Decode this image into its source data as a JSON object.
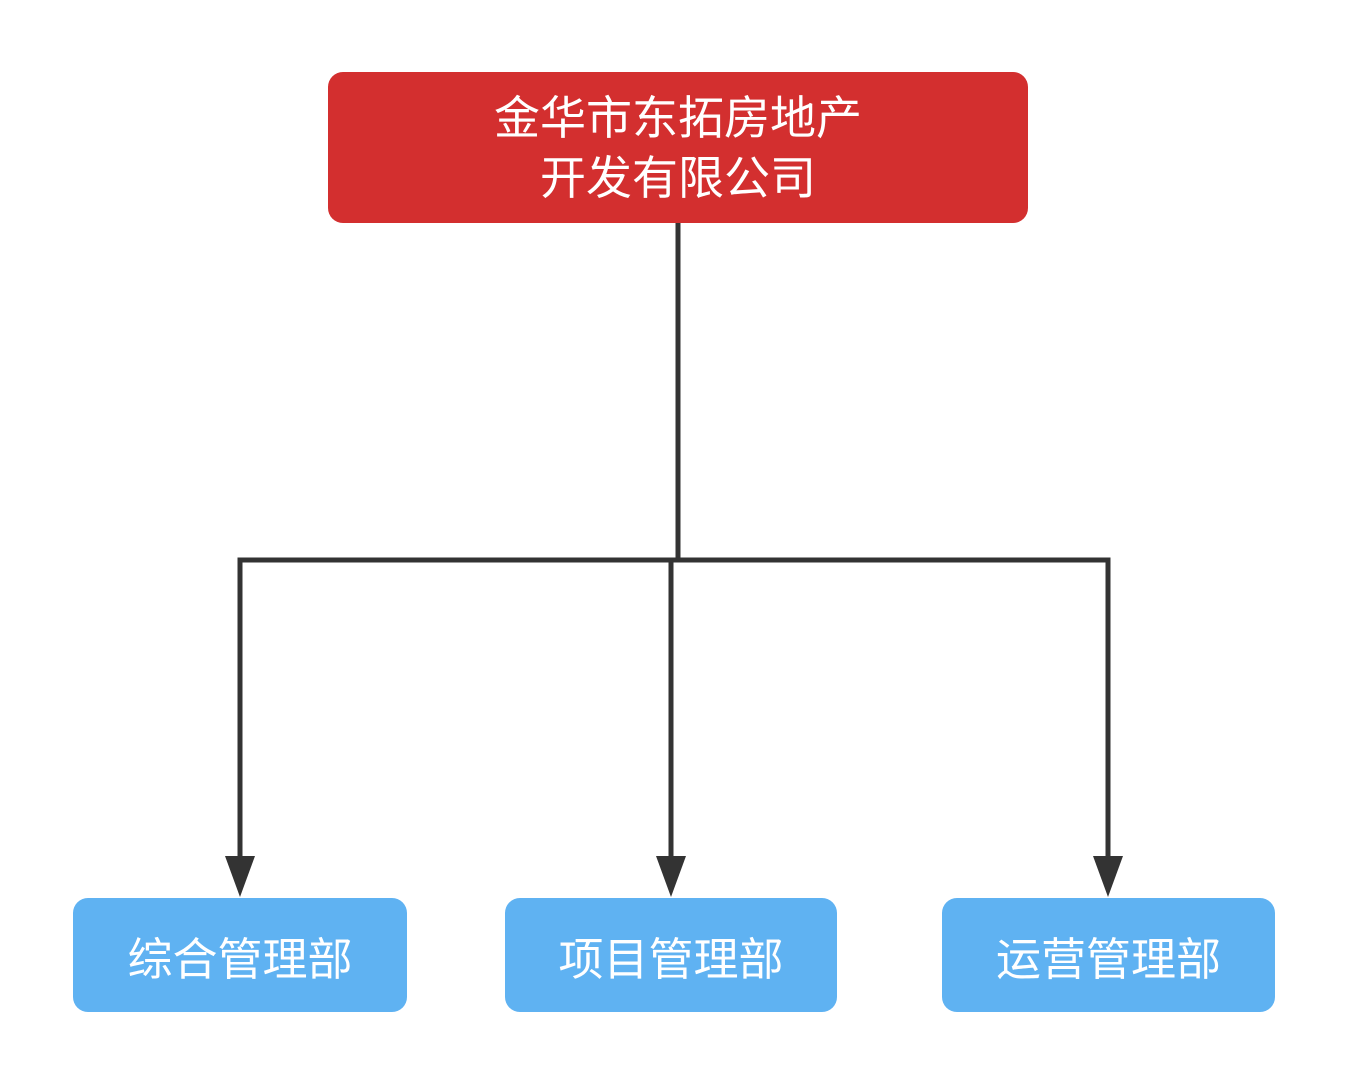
{
  "page": {
    "background_color": "#FFFFFF"
  },
  "org_chart": {
    "root": {
      "label_lines": [
        "金华市东拓房地产",
        "开发有限公司"
      ],
      "bg_color": "#D32F2F",
      "text_color": "#FFFFFF"
    },
    "departments": [
      {
        "label": "综合管理部"
      },
      {
        "label": "项目管理部"
      },
      {
        "label": "运营管理部"
      }
    ],
    "department_bg_color": "#5FB2F2",
    "department_text_color": "#FFFFFF",
    "connector_color": "#333333"
  }
}
